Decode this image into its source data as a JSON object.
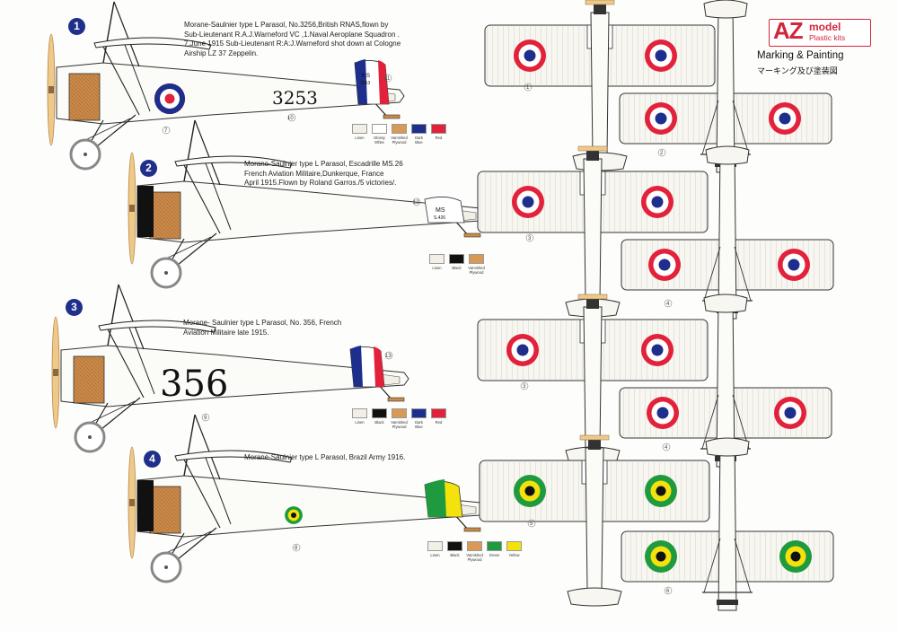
{
  "logo": {
    "brand": "AZ",
    "model": "model",
    "sub": "Plastic kits"
  },
  "title": {
    "en": "Marking & Painting",
    "jp": "マーキング及び塗装図"
  },
  "schemes": [
    {
      "number": "1",
      "caption": "Morane-Saulnier type L Parasol, No.3256,British RNAS,flown by\nSub-Lieutenant R.A.J.Warneford  VC ,1.Naval Aeroplane Squadron .\n7.June 1915 Sub-Lieutenant R:A:J.Warneford shot down at Cologne\nAirship LZ 37 Zeppelin.",
      "fuselage_text": "3253",
      "swatches": [
        {
          "label": "Linen",
          "color": "#f2efe6"
        },
        {
          "label": "Glossy\nWhite",
          "color": "#ffffff"
        },
        {
          "label": "Varnished\nPlywood",
          "color": "#d99a55"
        },
        {
          "label": "Dark\nBlue",
          "color": "#1e2e8c"
        },
        {
          "label": "Red",
          "color": "#e2213a"
        }
      ]
    },
    {
      "number": "2",
      "caption": "Morane-Saulnier type L Parasol, Escadrille MS.26\nFrench Aviation Militaire,Dunkerque, France\nApril 1915.Flown by Roland Garros./5 victories/.",
      "fuselage_text": "",
      "swatches": [
        {
          "label": "Linen",
          "color": "#f2efe6"
        },
        {
          "label": "Black",
          "color": "#111111"
        },
        {
          "label": "Varnished\nPlywood",
          "color": "#d99a55"
        }
      ]
    },
    {
      "number": "3",
      "caption": "Morane- Saulnier type L Parasol, No. 356, French\nAviation Militaire late 1915.",
      "fuselage_text": "356",
      "swatches": [
        {
          "label": "Linen",
          "color": "#f2efe6"
        },
        {
          "label": "Black",
          "color": "#111111"
        },
        {
          "label": "Varnished\nPlywood",
          "color": "#d99a55"
        },
        {
          "label": "Dark\nBlue",
          "color": "#1e2e8c"
        },
        {
          "label": "Red",
          "color": "#e2213a"
        }
      ]
    },
    {
      "number": "4",
      "caption": "Morane-Saulnier type L Parasol, Brazil Army 1916.",
      "fuselage_text": "",
      "swatches": [
        {
          "label": "Linen",
          "color": "#f2efe6"
        },
        {
          "label": "Black",
          "color": "#111111"
        },
        {
          "label": "Varnished\nPlywood",
          "color": "#d99a55"
        },
        {
          "label": "Green",
          "color": "#1f9a3e"
        },
        {
          "label": "Yellow",
          "color": "#f4e20c"
        }
      ]
    }
  ],
  "tail_marks": {
    "s1": "MS",
    "s1b": "3253",
    "s2": "MS",
    "s2b": "S.426"
  },
  "callouts": {
    "c1": "1",
    "c2": "2",
    "c3": "3",
    "c4": "4",
    "c5": "5",
    "c6": "6",
    "c7": "7",
    "c8": "8",
    "c9": "9",
    "c10": "10",
    "c11": "11",
    "c12": "12",
    "c13": "13"
  },
  "colors": {
    "navy": "#1e2e8c",
    "red": "#e2213a",
    "green": "#1f9a3e",
    "yellow": "#f4e20c",
    "plywood": "#c98a4a",
    "linen": "#f2efe6",
    "badge": "#1f2f8a",
    "accent": "#d3263b"
  }
}
